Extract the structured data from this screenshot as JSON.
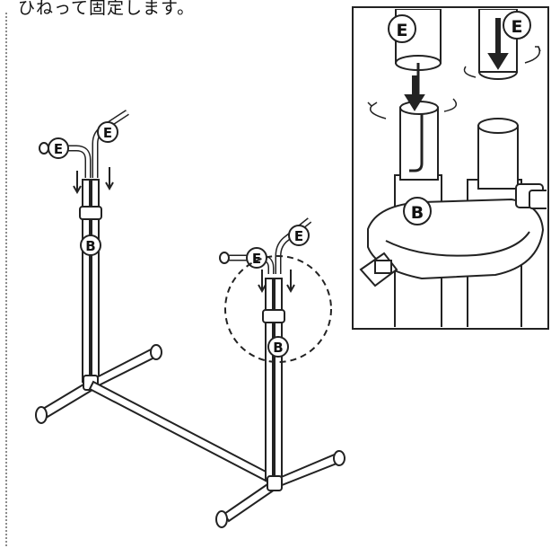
{
  "instruction_text": "ひねって固定します。",
  "labels": {
    "part_e": "E",
    "part_b": "B"
  },
  "icons": [
    "left-stand-assembly-icon",
    "right-stand-assembly-icon",
    "detail-magnified-view-icon",
    "rotation-arrow-icon",
    "down-arrow-icon",
    "clamp-icon"
  ]
}
